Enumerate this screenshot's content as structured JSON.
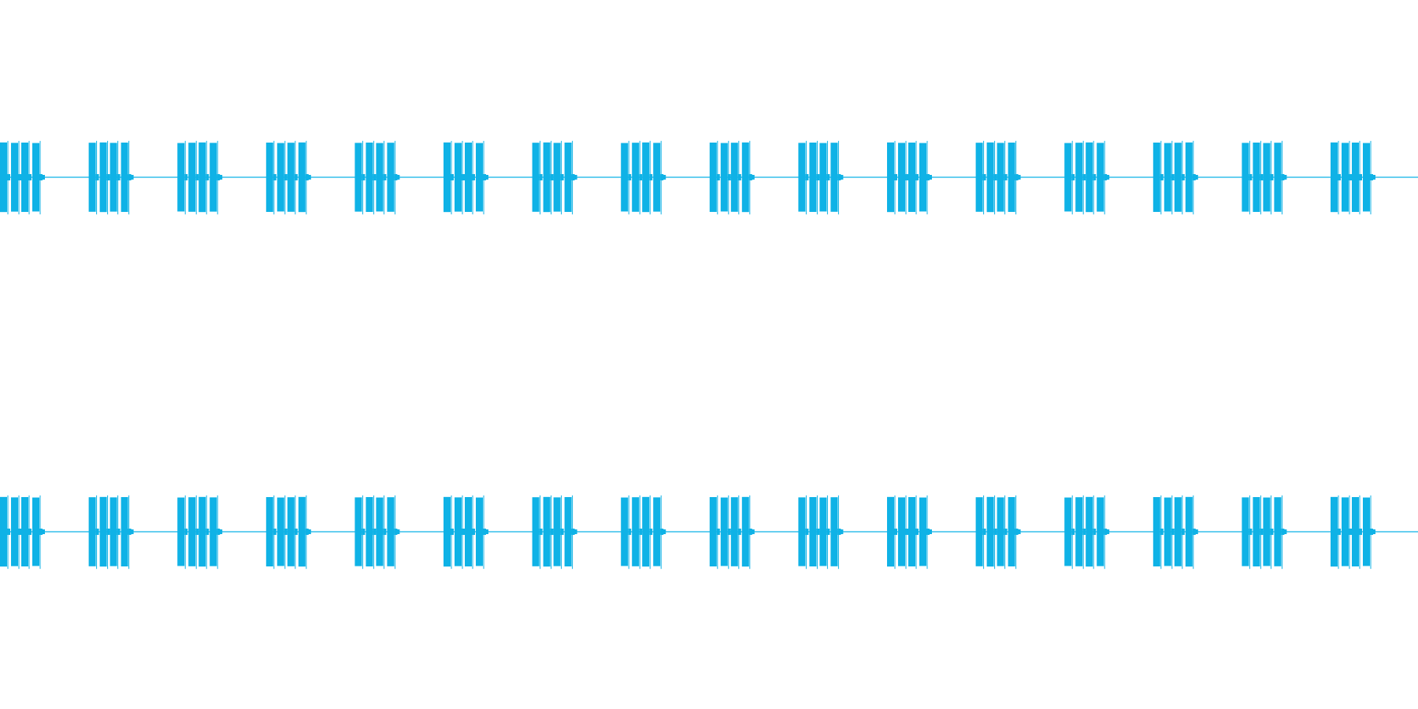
{
  "waveform": {
    "color": "#0fb2e6",
    "background": "#ffffff",
    "channel_count": 2,
    "channel_peak_level": 0.94,
    "burst_count_per_channel": 16,
    "pulses_per_burst": 4,
    "trailing_view_visible": true
  }
}
